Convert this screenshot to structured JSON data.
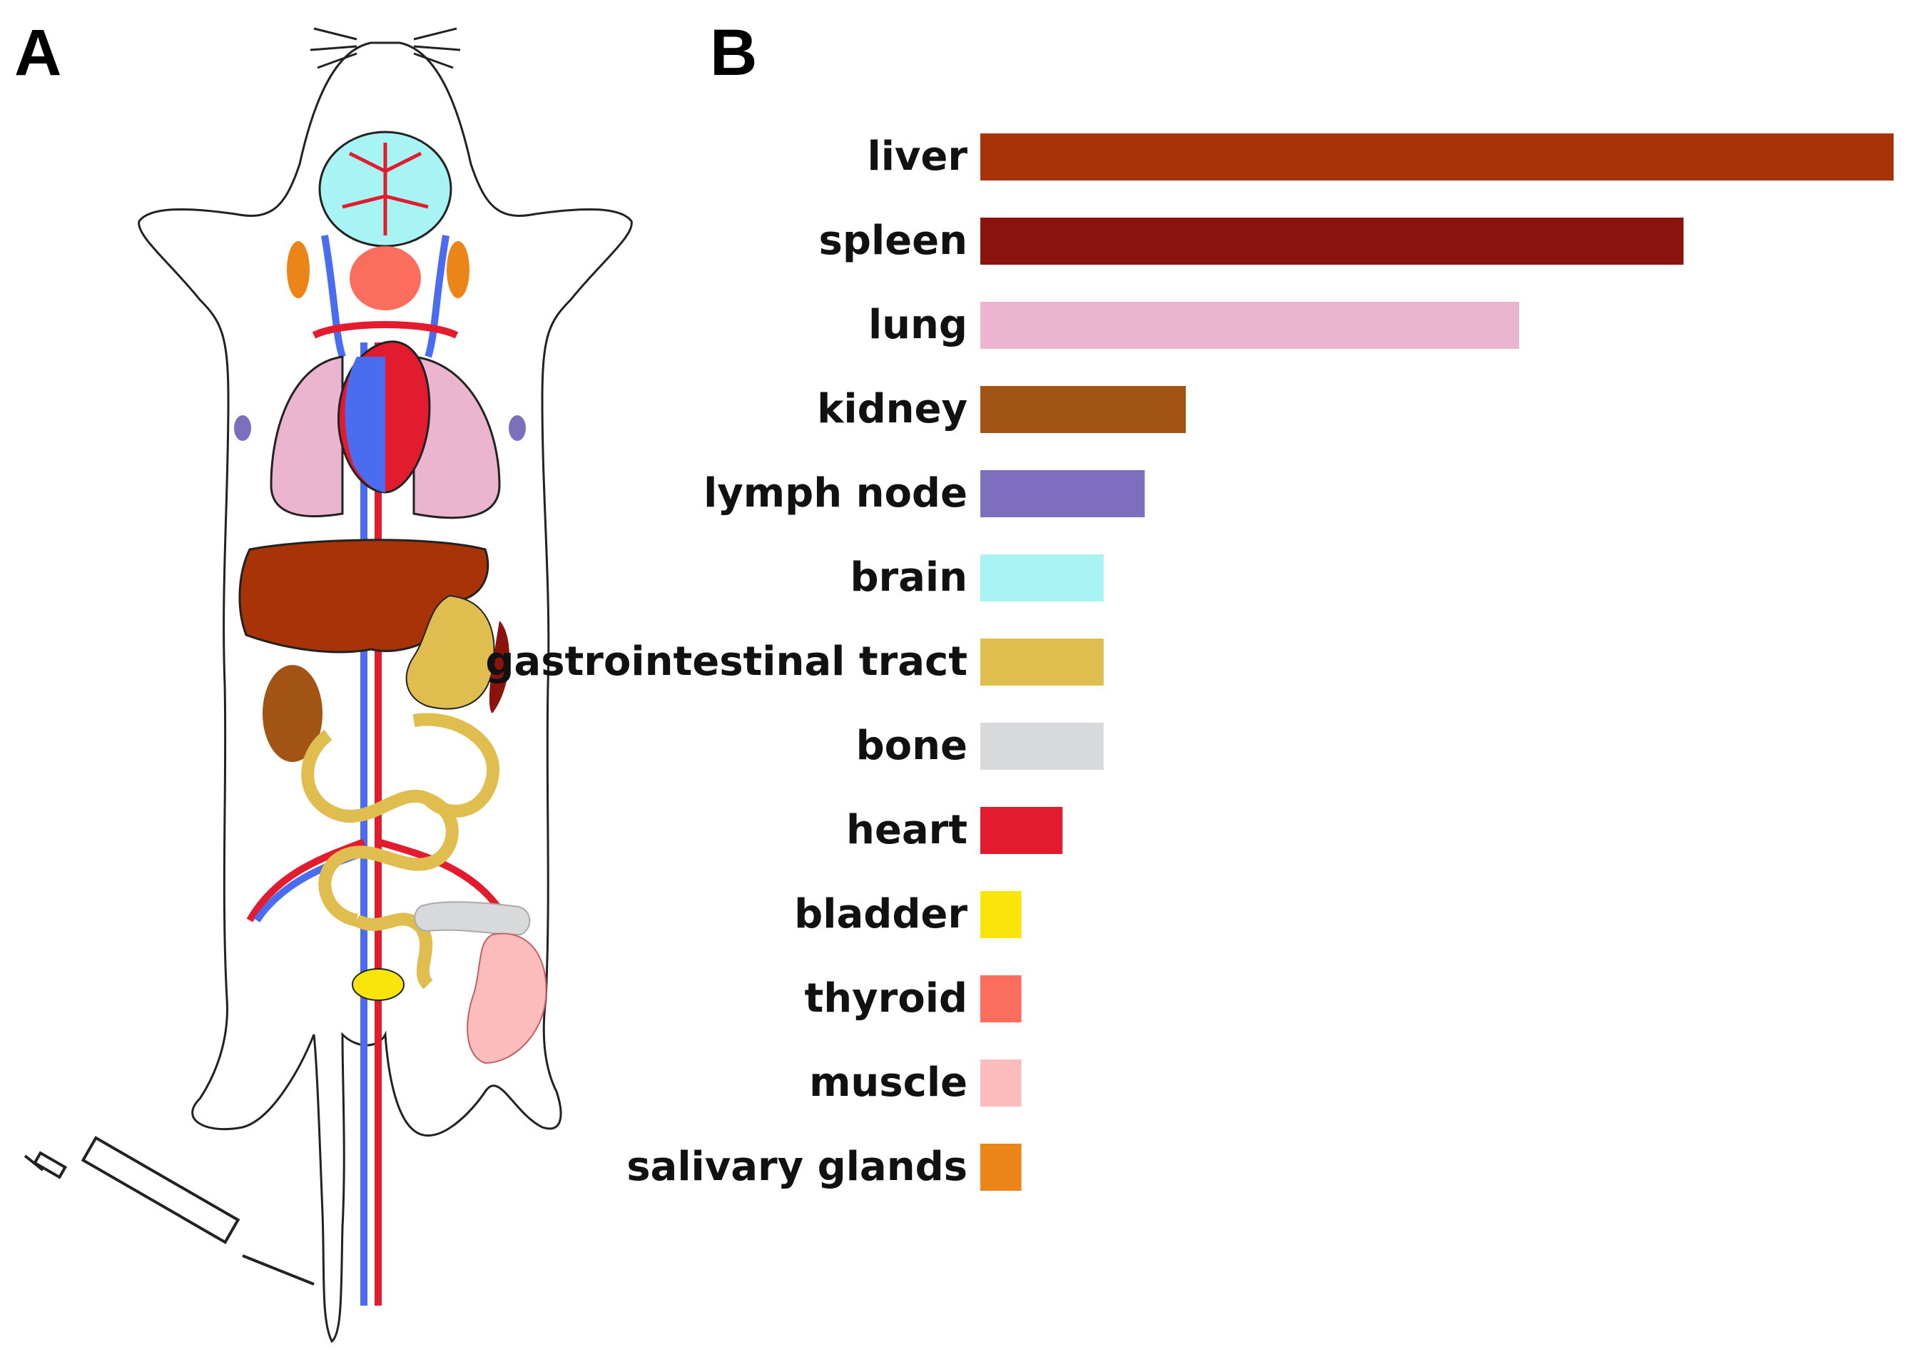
{
  "panels": {
    "a_label": "A",
    "b_label": "B"
  },
  "chart_data": {
    "type": "bar",
    "orientation": "horizontal",
    "categories": [
      "liver",
      "spleen",
      "lung",
      "kidney",
      "lymph node",
      "brain",
      "gastrointestinal tract",
      "bone",
      "heart",
      "bladder",
      "thyroid",
      "muscle",
      "salivary glands"
    ],
    "values": [
      100,
      77,
      59,
      22.5,
      18,
      13.5,
      13.5,
      13.5,
      9,
      4.5,
      4.5,
      4.5,
      4.5
    ],
    "colors": [
      "#a83306",
      "#8b130e",
      "#ebb4cf",
      "#a15414",
      "#7d6fbd",
      "#a8f3f3",
      "#dfbd4f",
      "#d8d9db",
      "#e21b2f",
      "#f9e50b",
      "#fb6e5e",
      "#fcbcbb",
      "#ec8519"
    ],
    "xlim": [
      0,
      100
    ],
    "title": "",
    "xlabel": "",
    "ylabel": "",
    "grid": false
  }
}
